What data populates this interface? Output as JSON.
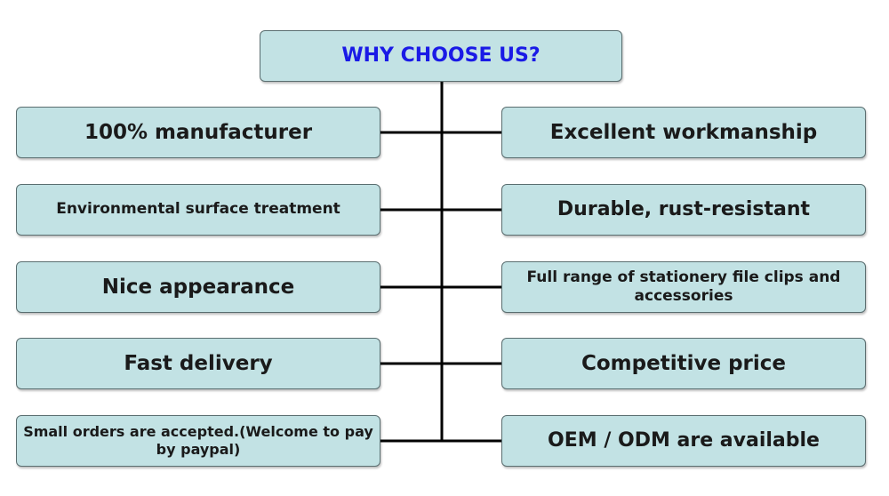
{
  "title": "WHY CHOOSE US?",
  "left_items": [
    "100% manufacturer",
    "Environmental surface treatment",
    "Nice appearance",
    "Fast delivery",
    "Small orders are accepted.(Welcome to pay by paypal)"
  ],
  "right_items": [
    "Excellent workmanship",
    "Durable, rust-resistant",
    "Full range of stationery file clips and accessories",
    "Competitive price",
    "OEM / ODM are available"
  ],
  "colors": {
    "box_fill": "#c2e2e4",
    "box_border": "#5a6e70",
    "title_text": "#1a1ae6",
    "connector": "#000000"
  }
}
